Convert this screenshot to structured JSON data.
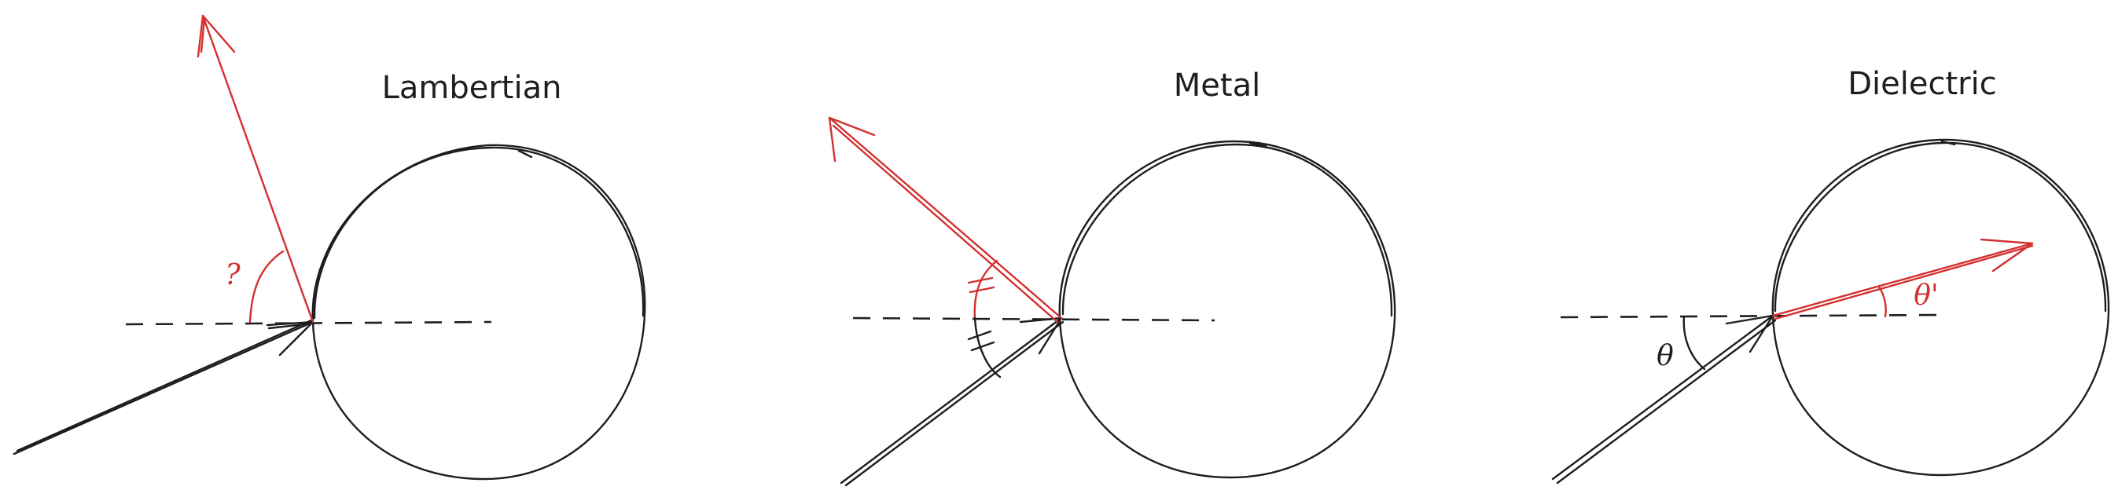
{
  "panels": [
    {
      "title": "Lambertian",
      "angle_label": "?"
    },
    {
      "title": "Metal"
    },
    {
      "title": "Dielectric",
      "incident_angle_label": "θ",
      "refracted_angle_label": "θ'"
    }
  ],
  "colors": {
    "ink": "#1e1e1e",
    "highlight": "#d32f2f"
  }
}
